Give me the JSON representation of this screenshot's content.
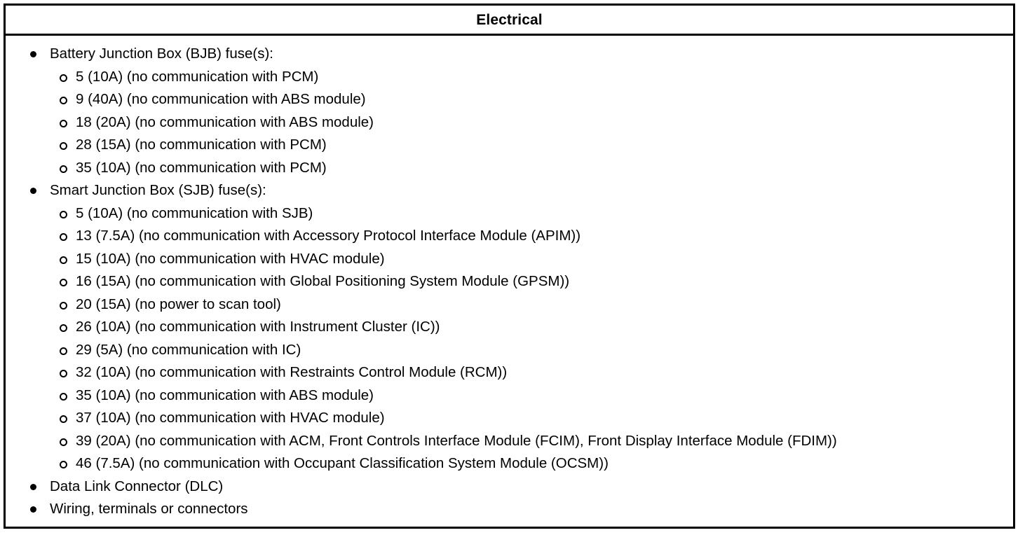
{
  "table": {
    "header": {
      "title": "Electrical"
    },
    "bullets": {
      "level1_marker": "filled-disc",
      "level2_marker": "hollow-circle"
    },
    "sections": [
      {
        "label": "Battery Junction Box (BJB) fuse(s):",
        "items": [
          "5 (10A) (no communication with PCM)",
          "9 (40A) (no communication with ABS module)",
          "18 (20A) (no communication with ABS module)",
          "28 (15A) (no communication with PCM)",
          "35 (10A) (no communication with PCM)"
        ]
      },
      {
        "label": "Smart Junction Box (SJB) fuse(s):",
        "items": [
          "5 (10A) (no communication with SJB)",
          "13 (7.5A) (no communication with Accessory Protocol Interface Module (APIM))",
          "15 (10A) (no communication with HVAC module)",
          "16 (15A) (no communication with Global Positioning System Module (GPSM))",
          "20 (15A) (no power to scan tool)",
          "26 (10A) (no communication with Instrument Cluster (IC))",
          "29 (5A) (no communication with IC)",
          "32 (10A) (no communication with Restraints Control Module (RCM))",
          "35 (10A) (no communication with ABS module)",
          "37 (10A) (no communication with HVAC module)",
          "39 (20A) (no communication with ACM, Front Controls Interface Module (FCIM), Front Display Interface Module (FDIM))",
          "46 (7.5A) (no communication with Occupant Classification System Module (OCSM))"
        ]
      },
      {
        "label": "Data Link Connector (DLC)",
        "items": []
      },
      {
        "label": "Wiring, terminals or connectors",
        "items": []
      }
    ]
  },
  "colors": {
    "text": "#000000",
    "background": "#ffffff",
    "border": "#000000"
  }
}
